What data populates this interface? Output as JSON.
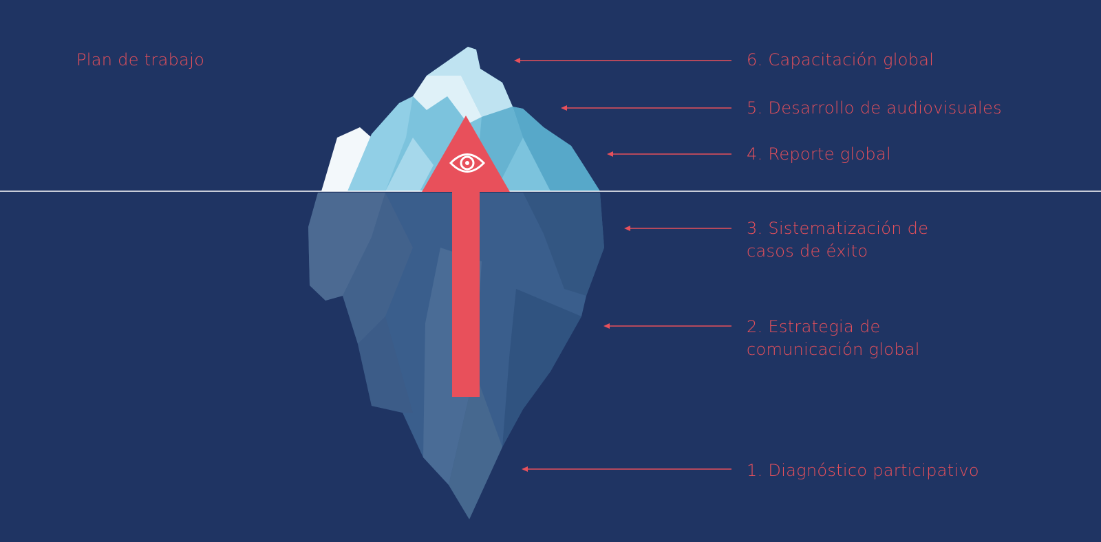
{
  "title": "Plan de trabajo",
  "steps": [
    "1. Diagnóstico participativo",
    "2. Estrategia de\ncomunicación global",
    "3. Sistematización de\ncasos de éxito",
    "4. Reporte global",
    "5. Desarrollo de audiovisuales",
    "6. Capacitación global"
  ],
  "icons": {
    "iceberg": "iceberg-icon",
    "arrow": "up-arrow-icon",
    "eye": "eye-icon"
  },
  "colors": {
    "background": "#1f3463",
    "accent": "#e8505b",
    "waterline": "#ffffff"
  }
}
